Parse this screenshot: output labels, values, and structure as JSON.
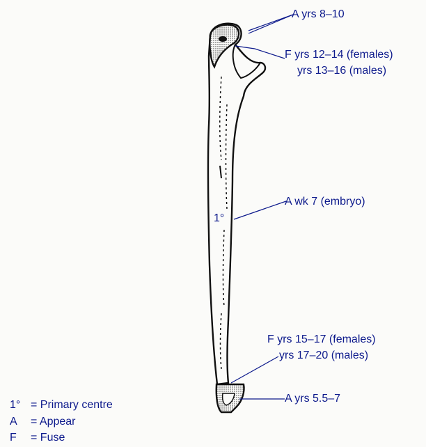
{
  "labels": {
    "proximal_appear": "A yrs 8–10",
    "proximal_fuse_line1": "F yrs 12–14 (females)",
    "proximal_fuse_line2": "yrs 13–16 (males)",
    "primary_appear": "A wk 7 (embryo)",
    "primary_marker": "1°",
    "distal_fuse_line1": "F yrs 15–17 (females)",
    "distal_fuse_line2": "yrs 17–20 (males)",
    "distal_appear": "A yrs 5.5–7"
  },
  "key": [
    {
      "symbol": "1°",
      "meaning": "= Primary centre"
    },
    {
      "symbol": "A",
      "meaning": "= Appear"
    },
    {
      "symbol": "F",
      "meaning": "= Fuse"
    }
  ],
  "colors": {
    "ink": "#0d1a8c",
    "bone_outline": "#111111",
    "background": "#fbfbf9"
  }
}
